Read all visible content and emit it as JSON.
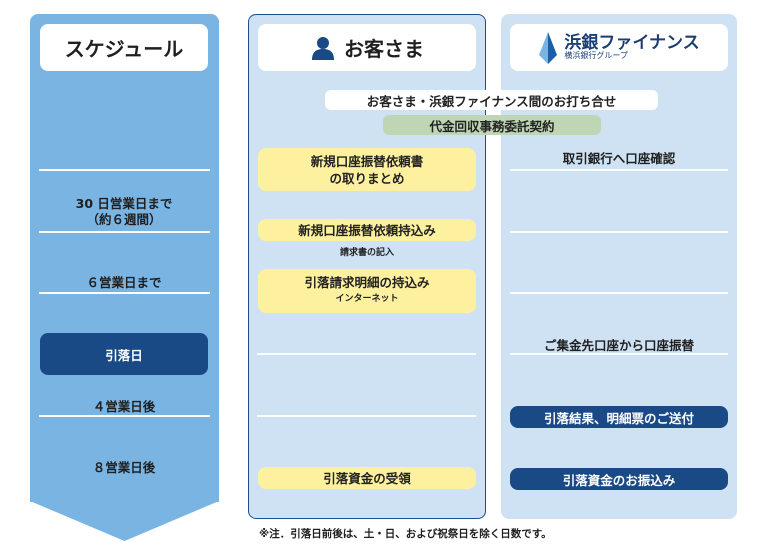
{
  "columns": {
    "schedule": {
      "title": "スケジュール"
    },
    "customer": {
      "title": "お客さま"
    },
    "company": {
      "name": "浜銀ファイナンス",
      "sub": "横浜銀行グループ"
    }
  },
  "shared": {
    "inquiry": "お客さま・浜銀ファイナンス間のお打ち合せ",
    "contract": "代金回収事務委託契約"
  },
  "schedule_rows": {
    "r1a": "30 日営業日まで",
    "r1b": "（約６週間）",
    "r2": "６営業日まで",
    "r3": "引落日",
    "r4": "４営業日後",
    "r5": "８営業日後"
  },
  "customer_steps": {
    "s1a": "新規口座振替依頼書",
    "s1b": "の取りまとめ",
    "s2": "新規口座振替依頼持込み",
    "s2_note": "請求書の記入",
    "s3": "引落請求明細の持込み",
    "s3_note": "インターネット",
    "s4": "引落資金の受領"
  },
  "company_steps": {
    "c1": "取引銀行へ口座確認",
    "c2": "ご集金先口座から口座振替",
    "c3": "引落結果、明細票のご送付",
    "c4": "引落資金のお振込み"
  },
  "footnote": "※注．引落日前後は、土・日、および祝祭日を除く日数です。",
  "colors": {
    "schedule": "#7ab4e2",
    "panel": "#cfe2f4",
    "navy": "#1a4a86",
    "yellow": "#fdf1a0",
    "green": "#bed6b3"
  },
  "icons": {
    "person": "person-icon",
    "logo": "sail-logo-icon"
  }
}
